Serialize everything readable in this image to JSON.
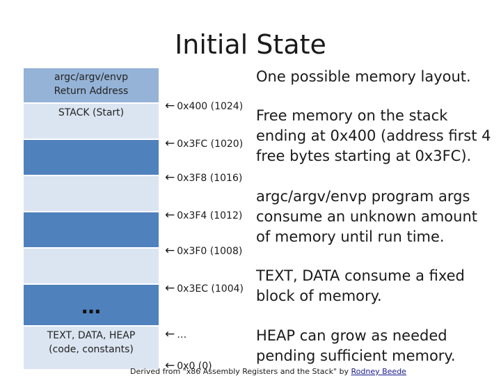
{
  "title": "Initial State",
  "memory": {
    "args_label_line1": "argc/argv/envp",
    "args_label_line2": "Return Address",
    "stack_label": "STACK (Start)",
    "ellipsis": "…",
    "heap_label_line1": "TEXT, DATA, HEAP",
    "heap_label_line2": "(code, constants)"
  },
  "addresses": {
    "a1024": "0x400 (1024)",
    "a1020": "0x3FC (1020)",
    "a1016": "0x3F8 (1016)",
    "a1012": "0x3F4 (1012)",
    "a1008": "0x3F0 (1008)",
    "a1004": "0x3EC (1004)",
    "a_dots": "…",
    "a0": "0x0 (0)"
  },
  "notes": {
    "layout": "One possible memory layout.",
    "free": "Free memory on the stack ending at 0x400 (address first 4 free bytes starting at 0x3FC).",
    "args": "argc/argv/envp program args consume an unknown amount of memory until run time.",
    "text": "TEXT, DATA consume a fixed block of memory.",
    "heap": "HEAP can grow as needed pending sufficient memory."
  },
  "credit": {
    "prefix": "Derived from \"x86 Assembly Registers and the Stack\" by ",
    "author": "Rodney Beede"
  },
  "colors": {
    "args_cell": "#95b3d7",
    "light_cell": "#dbe5f1",
    "dark_cell": "#4f81bd",
    "link": "#1a1a8a"
  },
  "icons": {
    "pointer": "left-arrow-icon"
  }
}
